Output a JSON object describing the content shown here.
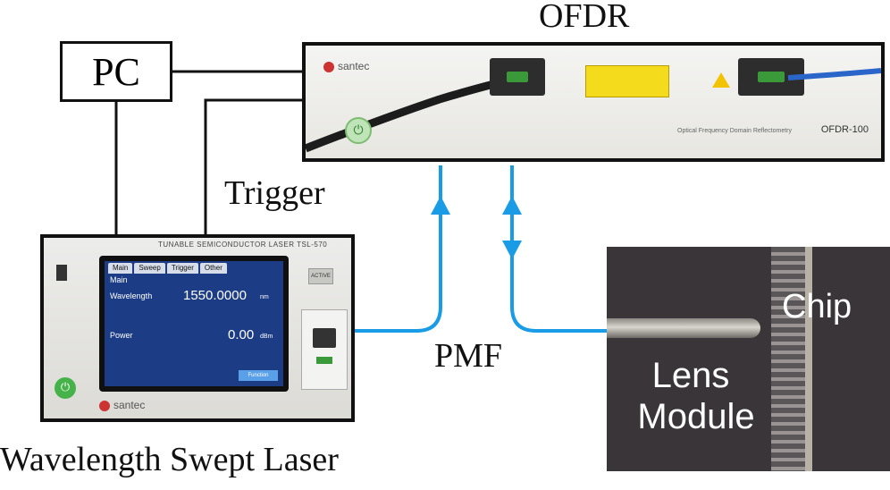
{
  "labels": {
    "ofdr": "OFDR",
    "pc": "PC",
    "trigger": "Trigger",
    "pmf": "PMF",
    "chip": "Chip",
    "lens_line1": "Lens",
    "lens_line2": "Module",
    "laser": "Wavelength Swept Laser"
  },
  "ofdr_panel": {
    "brand": "santec",
    "model": "OFDR-100",
    "description": "Optical Frequency Domain Reflectometry"
  },
  "laser_panel": {
    "title": "TUNABLE SEMICONDUCTOR LASER  TSL-570",
    "brand": "santec",
    "active_button": "ACTIVE",
    "tabs": [
      "Main",
      "Sweep",
      "Trigger",
      "Other"
    ],
    "section": "Main",
    "wavelength_label": "Wavelength",
    "wavelength_value": "1550.0000",
    "wavelength_unit": "nm",
    "power_label": "Power",
    "power_value": "0.00",
    "power_unit": "dBm",
    "screen_button": "Function"
  },
  "colors": {
    "fiber": "#1a9be6",
    "wire": "#111111"
  }
}
